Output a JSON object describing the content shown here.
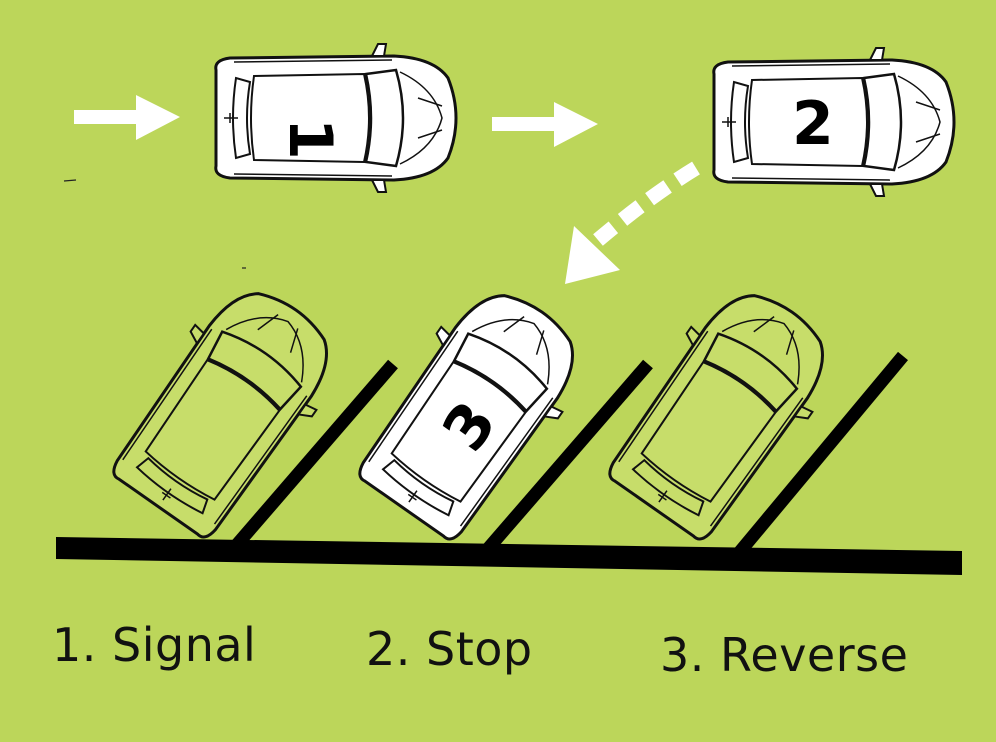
{
  "colors": {
    "background": "#bcd65a",
    "parked_car_fill": "#c7dd6a",
    "car_fill": "#ffffff",
    "line": "#000000",
    "arrow": "#ffffff"
  },
  "cars": {
    "car_1_number": "1",
    "car_2_number": "2",
    "car_3_number": "3"
  },
  "steps": [
    {
      "label": "1. Signal"
    },
    {
      "label": "2. Stop"
    },
    {
      "label": "3. Reverse"
    }
  ]
}
